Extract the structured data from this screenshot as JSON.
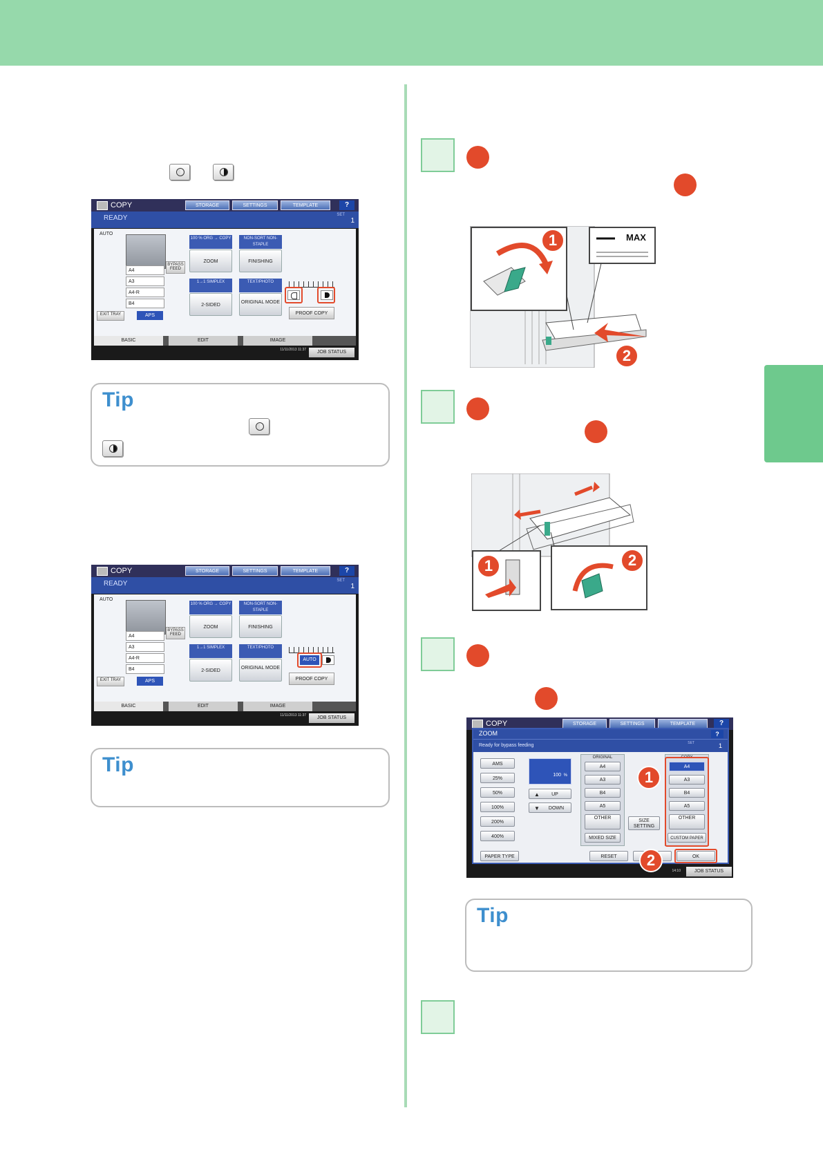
{
  "screen": {
    "title": "COPY",
    "status": "READY",
    "set_label": "SET",
    "set_count": "1",
    "toolbar": {
      "storage": "STORAGE",
      "settings": "SETTINGS",
      "template": "TEMPLATE",
      "help": "?"
    },
    "auto_label": "AUTO",
    "paper_sizes": [
      "A4",
      "A3",
      "A4-R",
      "B4"
    ],
    "paper_sizes_b": [
      "A4",
      "A3",
      "A4-R",
      "B4"
    ],
    "bypass": "BYPASS FEED",
    "exit_tray": "EXIT TRAY",
    "aps": "APS",
    "zoom_head": "100 % ORG → COPY",
    "zoom": "ZOOM",
    "finishing_head": "NON-SORT NON-STAPLE",
    "finishing": "FINISHING",
    "sided_head": "1→1 SIMPLEX",
    "sided": "2-SIDED",
    "mode_head": "TEXT/PHOTO",
    "mode": "ORIGINAL MODE",
    "auto_btn": "AUTO",
    "proof_copy": "PROOF COPY",
    "tabs": [
      "BASIC",
      "EDIT",
      "IMAGE"
    ],
    "date": "11/11/2013 11:37",
    "job_status": "JOB STATUS"
  },
  "tips": [
    "Tip",
    "Tip",
    "Tip"
  ],
  "illus_b": {
    "max_label": "MAX"
  },
  "zoom_screen": {
    "title": "COPY",
    "panel_title": "ZOOM",
    "help": "?",
    "toolbar": {
      "storage": "STORAGE",
      "settings": "SETTINGS",
      "template": "TEMPLATE",
      "help": "?"
    },
    "message": "Ready for bypass feeding",
    "set_label": "SET",
    "set_count": "1",
    "left_buttons": [
      "AMS",
      "25%",
      "50%",
      "100%",
      "200%",
      "400%"
    ],
    "ratio_value": "100",
    "ratio_unit": "%",
    "up": "UP",
    "down": "DOWN",
    "original_header": "ORIGINAL",
    "original_sizes": [
      "A4",
      "A3",
      "B4",
      "A5",
      "OTHER"
    ],
    "mixed_size": "MIXED SIZE",
    "size_setting": "SIZE SETTING",
    "copy_header": "COPY",
    "copy_sizes": [
      "A4",
      "A3",
      "B4",
      "A5",
      "OTHER"
    ],
    "custom_paper": "CUSTOM PAPER",
    "paper_type": "PAPER TYPE",
    "reset": "RESET",
    "ok": "OK",
    "time": "14:10",
    "job_status": "JOB STATUS"
  },
  "badges": {
    "one": "1",
    "two": "2"
  }
}
